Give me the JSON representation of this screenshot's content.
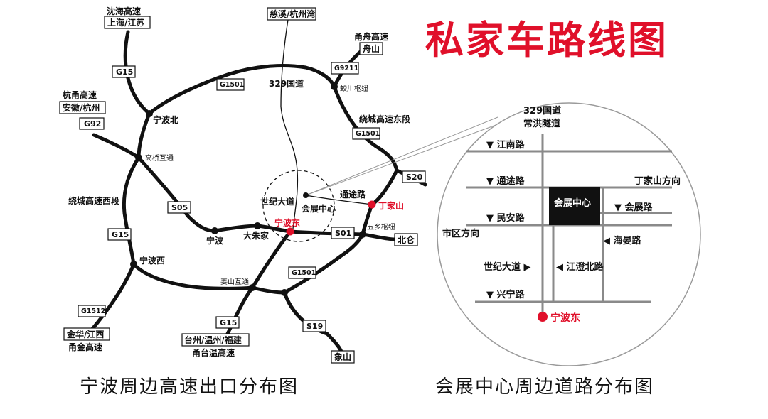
{
  "title": "私家车路线图",
  "captions": {
    "left": "宁波周边高速出口分布图",
    "right": "会展中心周边道路分布图"
  },
  "colors": {
    "accent": "#e0102a",
    "road": "#111111",
    "inset_road": "#8a8a8a",
    "venue_fill": "#111111"
  },
  "left_map": {
    "destinations": {
      "shenhai_name": "沈海高速",
      "shenhai_dest": "上海/江苏",
      "hangyong_name": "杭甬高速",
      "hangyong_dest": "安徽/杭州",
      "cixi": "慈溪/杭州湾",
      "yongzhou_name": "甬舟高速",
      "yongzhou_dest": "舟山",
      "jinhua_dest": "金华/江西",
      "yongjin_name": "甬金高速",
      "taizhou_dest": "台州/温州/福建",
      "yongtai_name": "甬台温高速",
      "xiangshan": "象山",
      "beilun": "北仑"
    },
    "shields": {
      "g15_top": "G15",
      "g15_west": "G15",
      "g15_south": "G15",
      "g1501_north": "G1501",
      "g1501_east": "G1501",
      "g1501_south": "G1501",
      "g92": "G92",
      "g9211": "G9211",
      "s05": "S05",
      "s01": "S01",
      "s20": "S20",
      "s19": "S19",
      "g1512": "G1512"
    },
    "nodes": {
      "ningbo_north": "宁波北",
      "gaoqiao": "高桥互通",
      "jiaochuan": "蛟川枢纽",
      "ningbo": "宁波",
      "dazhujia": "大朱家",
      "ningbo_east": "宁波东",
      "wuxiang": "五乡枢纽",
      "ningbo_west": "宁波西",
      "jiangshan": "姜山互通",
      "dingjiashan": "丁家山",
      "expo_center": "会展中心"
    },
    "road_names": {
      "g329": "329国道",
      "ring_east": "绕城高速东段",
      "ring_west": "绕城高速西段",
      "shiji": "世纪大道",
      "tongtu": "通途路"
    }
  },
  "inset": {
    "top_road": "329国道",
    "top_tunnel": "常洪隧道",
    "jiangnan": "▼ 江南路",
    "tongtu": "▼ 通途路",
    "dingjiashan_dir": "丁家山方向",
    "venue": "会展中心",
    "huizhan_road": "▼ 会展路",
    "min_an": "▼ 民安路",
    "city_dir": "市区方向",
    "haiyan": "◀ 海晏路",
    "shiji": "世纪大道 ▶",
    "jiangcheng_north": "◀ 江澄北路",
    "xingning": "▼ 兴宁路",
    "station": "宁波东"
  }
}
